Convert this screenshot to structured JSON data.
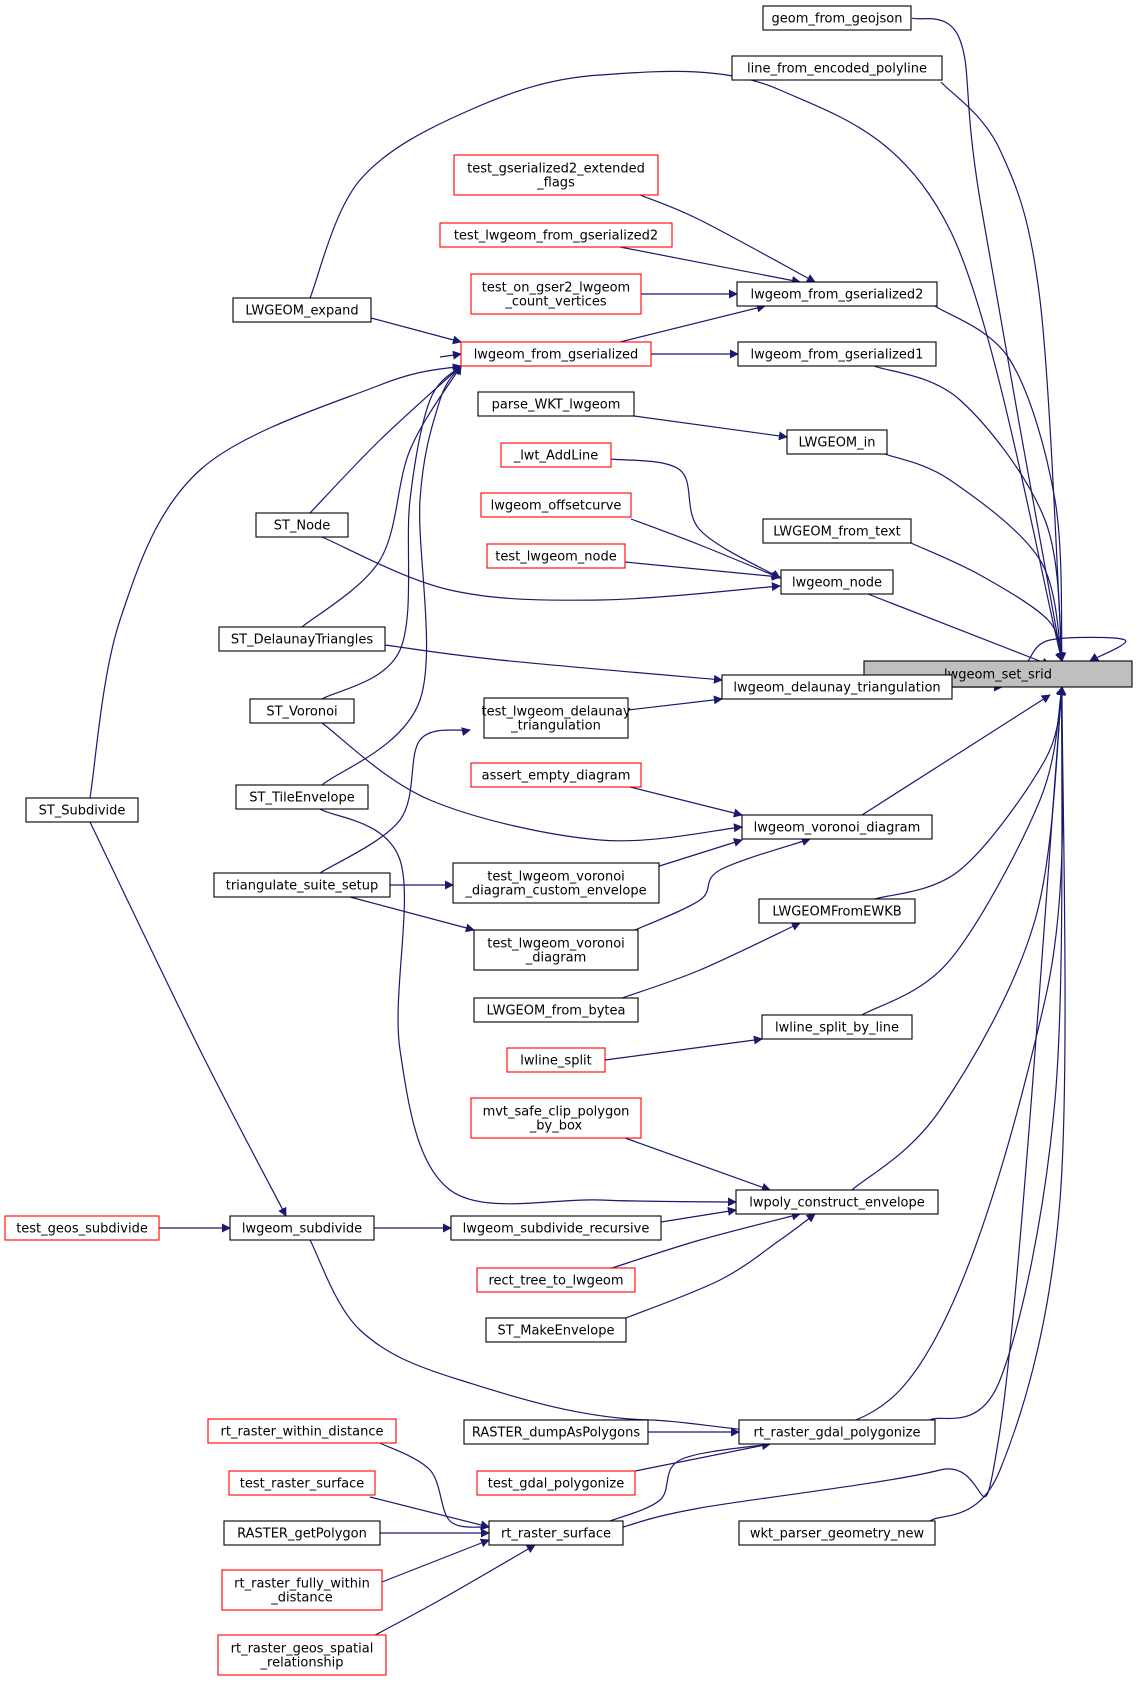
{
  "graph": {
    "root": "lwgeom_set_srid",
    "colors": {
      "edge": "#191970",
      "node_border_default": "#000000",
      "node_border_highlight": "#ff0000",
      "root_fill": "#bfbfbf",
      "node_fill": "#ffffff"
    },
    "nodes": [
      {
        "id": "n_set_srid",
        "lines": [
          "lwgeom_set_srid"
        ],
        "style": "root"
      },
      {
        "id": "n_geojson",
        "lines": [
          "geom_from_geojson"
        ],
        "style": "black"
      },
      {
        "id": "n_polyline",
        "lines": [
          "line_from_encoded_polyline"
        ],
        "style": "black"
      },
      {
        "id": "n_tgs2ext",
        "lines": [
          "test_gserialized2_extended",
          "_flags"
        ],
        "style": "red"
      },
      {
        "id": "n_tlfgs2",
        "lines": [
          "test_lwgeom_from_gserialized2"
        ],
        "style": "red"
      },
      {
        "id": "n_tong2",
        "lines": [
          "test_on_gser2_lwgeom",
          "_count_vertices"
        ],
        "style": "red"
      },
      {
        "id": "n_lfgs2",
        "lines": [
          "lwgeom_from_gserialized2"
        ],
        "style": "black"
      },
      {
        "id": "n_lfgs",
        "lines": [
          "lwgeom_from_gserialized"
        ],
        "style": "red"
      },
      {
        "id": "n_expand",
        "lines": [
          "LWGEOM_expand"
        ],
        "style": "black"
      },
      {
        "id": "n_lfgs1",
        "lines": [
          "lwgeom_from_gserialized1"
        ],
        "style": "black"
      },
      {
        "id": "n_parsewkt",
        "lines": [
          "parse_WKT_lwgeom"
        ],
        "style": "black"
      },
      {
        "id": "n_lwin",
        "lines": [
          "LWGEOM_in"
        ],
        "style": "black"
      },
      {
        "id": "n_addline",
        "lines": [
          "_lwt_AddLine"
        ],
        "style": "red"
      },
      {
        "id": "n_offset",
        "lines": [
          "lwgeom_offsetcurve"
        ],
        "style": "red"
      },
      {
        "id": "n_fromtext",
        "lines": [
          "LWGEOM_from_text"
        ],
        "style": "black"
      },
      {
        "id": "n_tlnode",
        "lines": [
          "test_lwgeom_node"
        ],
        "style": "red"
      },
      {
        "id": "n_lwnode",
        "lines": [
          "lwgeom_node"
        ],
        "style": "black"
      },
      {
        "id": "n_stnode",
        "lines": [
          "ST_Node"
        ],
        "style": "black"
      },
      {
        "id": "n_stdel",
        "lines": [
          "ST_DelaunayTriangles"
        ],
        "style": "black"
      },
      {
        "id": "n_deltri",
        "lines": [
          "lwgeom_delaunay_triangulation"
        ],
        "style": "black"
      },
      {
        "id": "n_stvor",
        "lines": [
          "ST_Voronoi"
        ],
        "style": "black"
      },
      {
        "id": "n_tldel",
        "lines": [
          "test_lwgeom_delaunay",
          "_triangulation"
        ],
        "style": "black"
      },
      {
        "id": "n_assertvd",
        "lines": [
          "assert_empty_diagram"
        ],
        "style": "red"
      },
      {
        "id": "n_vordia",
        "lines": [
          "lwgeom_voronoi_diagram"
        ],
        "style": "black"
      },
      {
        "id": "n_sttile",
        "lines": [
          "ST_TileEnvelope"
        ],
        "style": "black"
      },
      {
        "id": "n_stsub",
        "lines": [
          "ST_Subdivide"
        ],
        "style": "black"
      },
      {
        "id": "n_trisetup",
        "lines": [
          "triangulate_suite_setup"
        ],
        "style": "black"
      },
      {
        "id": "n_tlvdce",
        "lines": [
          "test_lwgeom_voronoi",
          "_diagram_custom_envelope"
        ],
        "style": "black"
      },
      {
        "id": "n_fromewkb",
        "lines": [
          "LWGEOMFromEWKB"
        ],
        "style": "black"
      },
      {
        "id": "n_tlvd",
        "lines": [
          "test_lwgeom_voronoi",
          "_diagram"
        ],
        "style": "black"
      },
      {
        "id": "n_frombytea",
        "lines": [
          "LWGEOM_from_bytea"
        ],
        "style": "black"
      },
      {
        "id": "n_splitline",
        "lines": [
          "lwline_split_by_line"
        ],
        "style": "black"
      },
      {
        "id": "n_lwsplit",
        "lines": [
          "lwline_split"
        ],
        "style": "red"
      },
      {
        "id": "n_mvtclip",
        "lines": [
          "mvt_safe_clip_polygon",
          "_by_box"
        ],
        "style": "red"
      },
      {
        "id": "n_polyenv",
        "lines": [
          "lwpoly_construct_envelope"
        ],
        "style": "black"
      },
      {
        "id": "n_testgeossub",
        "lines": [
          "test_geos_subdivide"
        ],
        "style": "red"
      },
      {
        "id": "n_lwsub",
        "lines": [
          "lwgeom_subdivide"
        ],
        "style": "black"
      },
      {
        "id": "n_lwsubrec",
        "lines": [
          "lwgeom_subdivide_recursive"
        ],
        "style": "black"
      },
      {
        "id": "n_recttree",
        "lines": [
          "rect_tree_to_lwgeom"
        ],
        "style": "red"
      },
      {
        "id": "n_stmakeenv",
        "lines": [
          "ST_MakeEnvelope"
        ],
        "style": "black"
      },
      {
        "id": "n_rwithin",
        "lines": [
          "rt_raster_within_distance"
        ],
        "style": "red"
      },
      {
        "id": "n_dumppoly",
        "lines": [
          "RASTER_dumpAsPolygons"
        ],
        "style": "black"
      },
      {
        "id": "n_gdalpoly",
        "lines": [
          "rt_raster_gdal_polygonize"
        ],
        "style": "black"
      },
      {
        "id": "n_trsurf",
        "lines": [
          "test_raster_surface"
        ],
        "style": "red"
      },
      {
        "id": "n_tgdalpoly",
        "lines": [
          "test_gdal_polygonize"
        ],
        "style": "red"
      },
      {
        "id": "n_getpoly",
        "lines": [
          "RASTER_getPolygon"
        ],
        "style": "black"
      },
      {
        "id": "n_rsurf",
        "lines": [
          "rt_raster_surface"
        ],
        "style": "black"
      },
      {
        "id": "n_wktnew",
        "lines": [
          "wkt_parser_geometry_new"
        ],
        "style": "black"
      },
      {
        "id": "n_rfully",
        "lines": [
          "rt_raster_fully_within",
          "_distance"
        ],
        "style": "red"
      },
      {
        "id": "n_rgeos",
        "lines": [
          "rt_raster_geos_spatial",
          "_relationship"
        ],
        "style": "red"
      }
    ]
  }
}
